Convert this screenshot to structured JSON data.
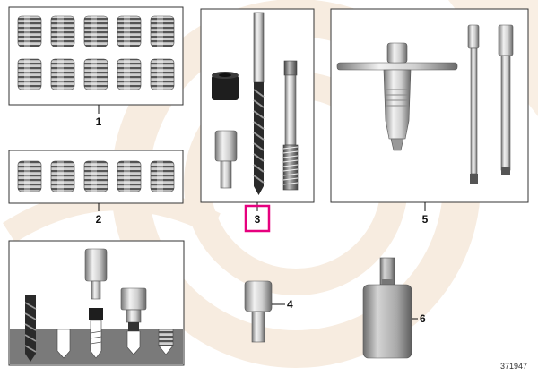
{
  "diagram": {
    "callouts": {
      "part_1": "1",
      "part_2": "2",
      "part_3": "3",
      "part_4": "4",
      "part_5": "5",
      "part_6": "6"
    },
    "diagram_id": "371947",
    "colors": {
      "highlight": "#e6007e",
      "watermark": "#f4e6d3",
      "metal_light": "#e6e6e6",
      "metal_dark": "#555555",
      "frame": "#333333"
    }
  }
}
